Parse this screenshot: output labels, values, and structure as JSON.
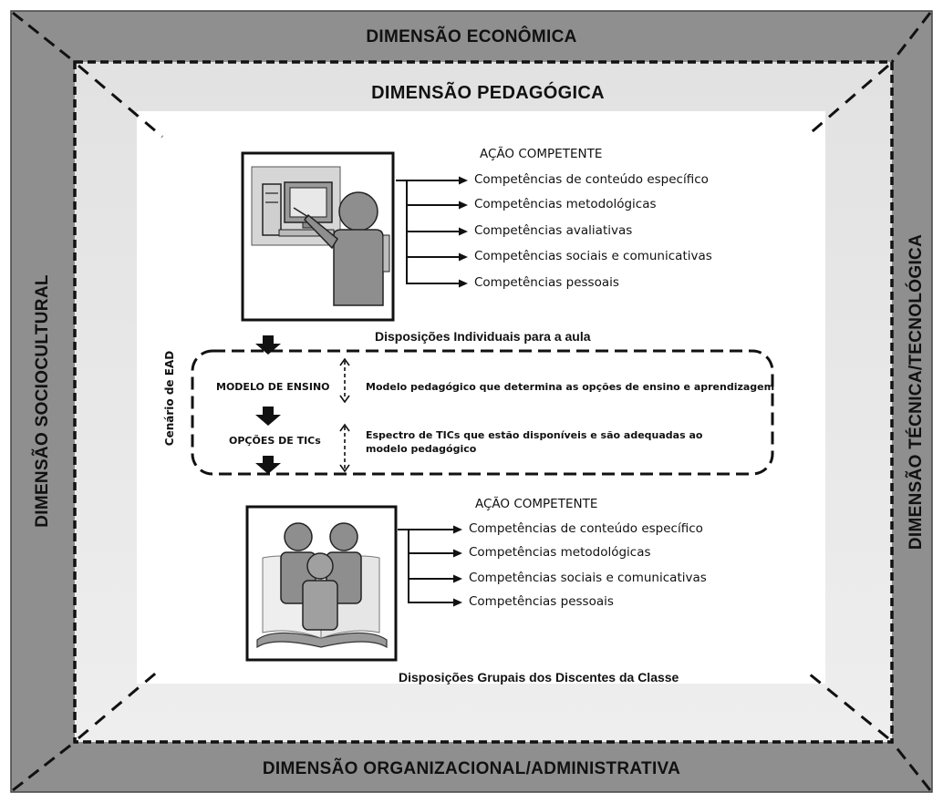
{
  "dimensions": {
    "economica": "DIMENSÃO ECONÔMICA",
    "pedagogica": "DIMENSÃO PEDAGÓGICA",
    "sociocultural": "DIMENSÃO SOCIOCULTURAL",
    "tecnica": "DIMENSÃO TÉCNICA/TECNOLÓGICA",
    "organizacional": "DIMENSÃO ORGANIZACIONAL/ADMINISTRATIVA"
  },
  "teacher_block": {
    "heading": "AÇÃO COMPETENTE",
    "items": [
      "Competências de conteúdo específico",
      "Competências metodológicas",
      "Competências avaliativas",
      "Competências sociais e comunicativas",
      "Competências pessoais"
    ],
    "caption": "Disposições Individuais para a aula"
  },
  "scenario": {
    "side_label": "Cenário de EAD",
    "modelo_label": "MODELO DE ENSINO",
    "modelo_desc": "Modelo pedagógico que determina as opções de ensino e aprendizagem",
    "tics_label": "OPÇÕES DE TICs",
    "tics_desc": "Espectro de TICs que estão disponíveis e são adequadas ao modelo pedagógico"
  },
  "group_block": {
    "heading": "AÇÃO COMPETENTE",
    "items": [
      "Competências de conteúdo específico",
      "Competências metodológicas",
      "Competências sociais e comunicativas",
      "Competências pessoais"
    ],
    "caption": "Disposições Grupais dos Discentes da Classe"
  },
  "colors": {
    "outer_frame": "#8c8c8c",
    "inner_frame": "#e4e4e4",
    "white": "#ffffff",
    "ink": "#111111"
  },
  "icons": {
    "teacher_picture": "teacher-at-computer-icon",
    "group_picture": "students-on-book-icon"
  }
}
